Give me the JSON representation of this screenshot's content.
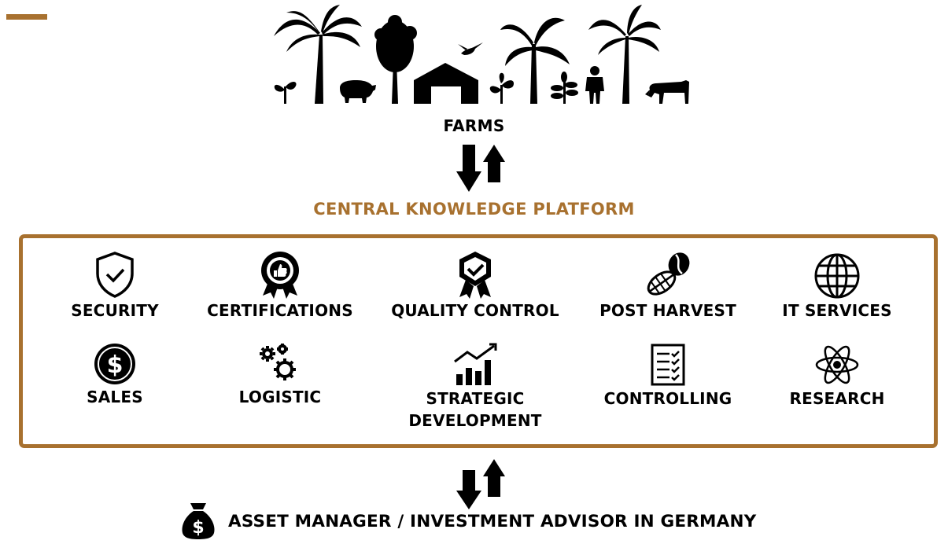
{
  "colors": {
    "accent": "#a8712f",
    "ink": "#000000"
  },
  "farms": {
    "label": "FARMS"
  },
  "platform": {
    "title": "CENTRAL KNOWLEDGE PLATFORM",
    "services": [
      {
        "label": "SECURITY",
        "icon": "shield-check-icon"
      },
      {
        "label": "CERTIFICATIONS",
        "icon": "award-badge-icon"
      },
      {
        "label": "QUALITY CONTROL",
        "icon": "quality-badge-icon"
      },
      {
        "label": "POST HARVEST",
        "icon": "cocoa-bean-icon"
      },
      {
        "label": "IT SERVICES",
        "icon": "globe-icon"
      },
      {
        "label": "SALES",
        "icon": "dollar-coin-icon"
      },
      {
        "label": "LOGISTIC",
        "icon": "gears-icon"
      },
      {
        "label": "STRATEGIC DEVELOPMENT",
        "label_line1": "STRATEGIC",
        "label_line2": "DEVELOPMENT",
        "icon": "growth-chart-icon"
      },
      {
        "label": "CONTROLLING",
        "icon": "checklist-icon"
      },
      {
        "label": "RESEARCH",
        "icon": "atom-icon"
      }
    ]
  },
  "advisor": {
    "label": "ASSET MANAGER / INVESTMENT ADVISOR IN GERMANY",
    "icon": "money-bag-icon"
  }
}
